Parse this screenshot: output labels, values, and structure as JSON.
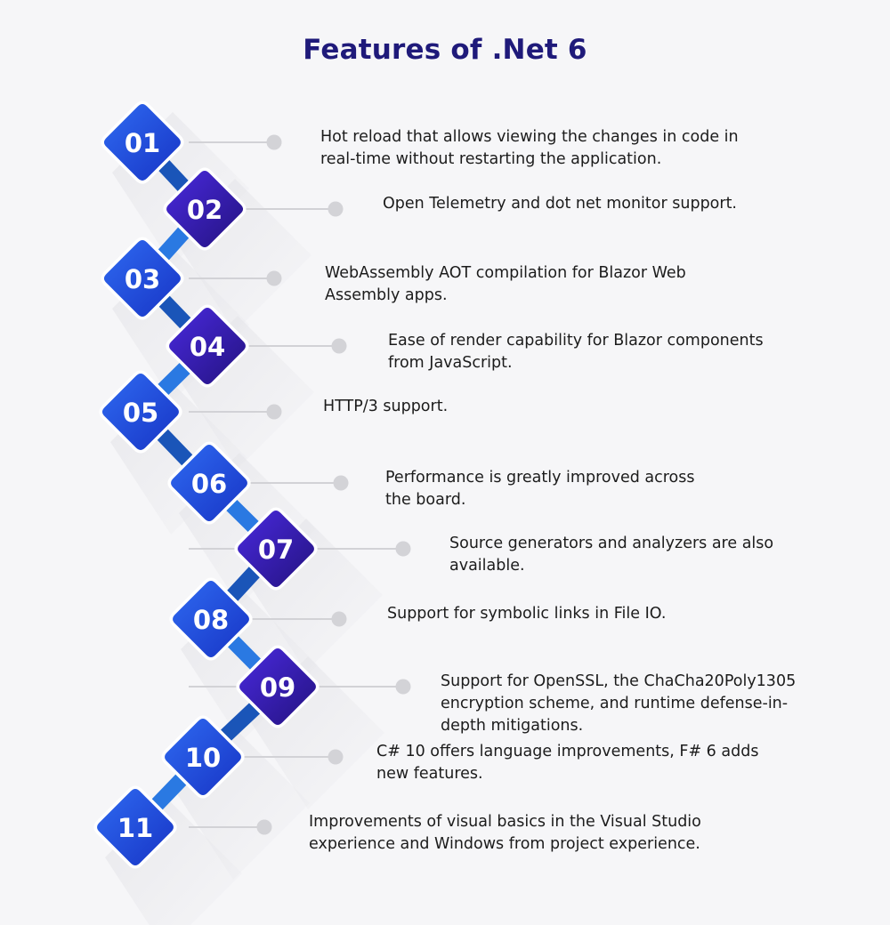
{
  "title": "Features of .Net 6",
  "colors": {
    "title": "#1f1a7a",
    "text": "#1c1c1c",
    "badge_blue_light": "#2f6bf2",
    "badge_blue_dark": "#1733c4",
    "badge_indigo_light": "#4a2ae0",
    "badge_indigo_dark": "#23127e",
    "connector_light": "#2a79e2",
    "connector_dark": "#1a55b8",
    "leader_line": "#d2d2d6",
    "leader_dot": "#d3d3d7",
    "shadow": "#e6e6ea",
    "background": "#f6f6f8"
  },
  "features": [
    {
      "number": "01",
      "style": "blue",
      "lines": [
        "Hot reload that allows viewing the changes in code in",
        "real-time without restarting the application."
      ]
    },
    {
      "number": "02",
      "style": "indigo",
      "lines": [
        "Open Telemetry and dot net monitor support."
      ]
    },
    {
      "number": "03",
      "style": "blue",
      "lines": [
        "WebAssembly AOT compilation for Blazor Web",
        "Assembly apps."
      ]
    },
    {
      "number": "04",
      "style": "indigo",
      "lines": [
        "Ease of render capability for Blazor components",
        "from JavaScript."
      ]
    },
    {
      "number": "05",
      "style": "blue",
      "lines": [
        "HTTP/3 support."
      ]
    },
    {
      "number": "06",
      "style": "blue",
      "lines": [
        "Performance is greatly improved across",
        "the board."
      ]
    },
    {
      "number": "07",
      "style": "indigo",
      "lines": [
        "Source generators and analyzers are also",
        "available."
      ]
    },
    {
      "number": "08",
      "style": "blue",
      "lines": [
        "Support for symbolic links in File IO."
      ]
    },
    {
      "number": "09",
      "style": "indigo",
      "lines": [
        "Support for OpenSSL, the ChaCha20Poly1305",
        "encryption scheme, and runtime defense-in-",
        "depth mitigations."
      ]
    },
    {
      "number": "10",
      "style": "blue",
      "lines": [
        "C# 10 offers language improvements, F# 6 adds",
        "new features."
      ]
    },
    {
      "number": "11",
      "style": "blue",
      "lines": [
        "Improvements of visual basics in the Visual Studio",
        "experience and Windows from project experience."
      ]
    }
  ]
}
